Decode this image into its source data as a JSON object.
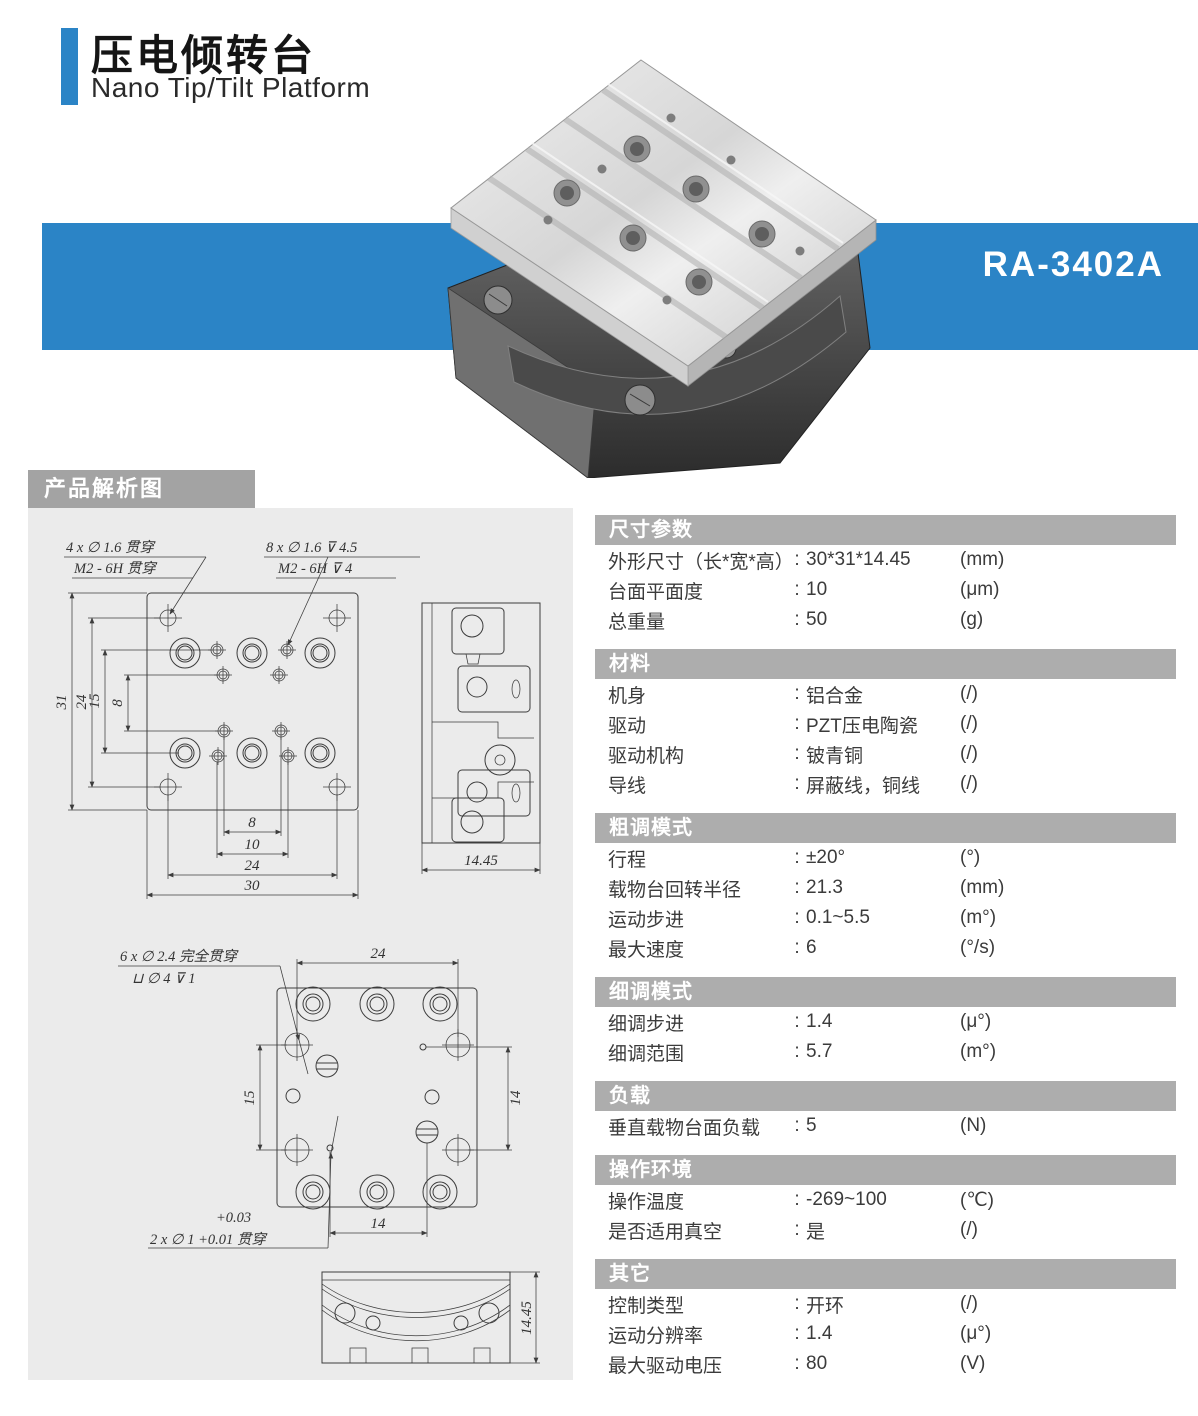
{
  "header": {
    "title_zh": "压电倾转台",
    "title_en": "Nano Tip/Tilt Platform",
    "accent_color": "#2b84c6"
  },
  "banner": {
    "model": "RA-3402A",
    "color": "#2b84c6"
  },
  "drawing": {
    "label": "产品解析图",
    "top_view": {
      "ann1_line1": "4 x ∅ 1.6 贯穿",
      "ann1_line2": "M2 - 6H 贯穿",
      "ann2_line1": "8 x ∅ 1.6 ⊽ 4.5",
      "ann2_line2": "M2 - 6H ⊽ 4",
      "dim_left": [
        "31",
        "24",
        "15",
        "8"
      ],
      "dim_bottom": [
        "8",
        "10",
        "24",
        "30"
      ]
    },
    "side_view": {
      "dim": "14.45"
    },
    "bottom_view": {
      "ann1_line1": "6 x ∅ 2.4 完全贯穿",
      "ann1_line2": "⊔ ∅ 4 ⊽ 1",
      "ann2_line1": "+0.03",
      "ann2_line2": "2 x ∅ 1 +0.01 贯穿",
      "dim_top": "24",
      "dim_left": "15",
      "dim_right": "14",
      "dim_bottom": "14"
    },
    "front_view": {
      "dim": "14.45"
    }
  },
  "table": {
    "colon": ":",
    "sections": [
      {
        "title": "尺寸参数",
        "rows": [
          {
            "label": "外形尺寸（长*宽*高）",
            "value": "30*31*14.45",
            "unit": "(mm)"
          },
          {
            "label": "台面平面度",
            "value": "10",
            "unit": "(μm)"
          },
          {
            "label": "总重量",
            "value": "50",
            "unit": "(g)"
          }
        ]
      },
      {
        "title": "材料",
        "rows": [
          {
            "label": "机身",
            "value": "铝合金",
            "unit": "(/)"
          },
          {
            "label": "驱动",
            "value": "PZT压电陶瓷",
            "unit": "(/)"
          },
          {
            "label": "驱动机构",
            "value": "铍青铜",
            "unit": "(/)"
          },
          {
            "label": "导线",
            "value": "屏蔽线，铜线",
            "unit": "(/)"
          }
        ]
      },
      {
        "title": "粗调模式",
        "rows": [
          {
            "label": "行程",
            "value": "±20°",
            "unit": "(°)"
          },
          {
            "label": "载物台回转半径",
            "value": "21.3",
            "unit": "(mm)"
          },
          {
            "label": "运动步进",
            "value": "0.1~5.5",
            "unit": "(m°)"
          },
          {
            "label": "最大速度",
            "value": "6",
            "unit": "(°/s)"
          }
        ]
      },
      {
        "title": "细调模式",
        "rows": [
          {
            "label": "细调步进",
            "value": "1.4",
            "unit": "(μ°)"
          },
          {
            "label": "细调范围",
            "value": "5.7",
            "unit": "(m°)"
          }
        ]
      },
      {
        "title": "负载",
        "rows": [
          {
            "label": "垂直载物台面负载",
            "value": "5",
            "unit": "(N)"
          }
        ]
      },
      {
        "title": "操作环境",
        "rows": [
          {
            "label": "操作温度",
            "value": "-269~100",
            "unit": "(℃)"
          },
          {
            "label": "是否适用真空",
            "value": "是",
            "unit": "(/)"
          }
        ]
      },
      {
        "title": "其它",
        "rows": [
          {
            "label": "控制类型",
            "value": "开环",
            "unit": "(/)"
          },
          {
            "label": "运动分辨率",
            "value": "1.4",
            "unit": "(μ°)"
          },
          {
            "label": "最大驱动电压",
            "value": "80",
            "unit": "(V)"
          }
        ]
      }
    ]
  }
}
